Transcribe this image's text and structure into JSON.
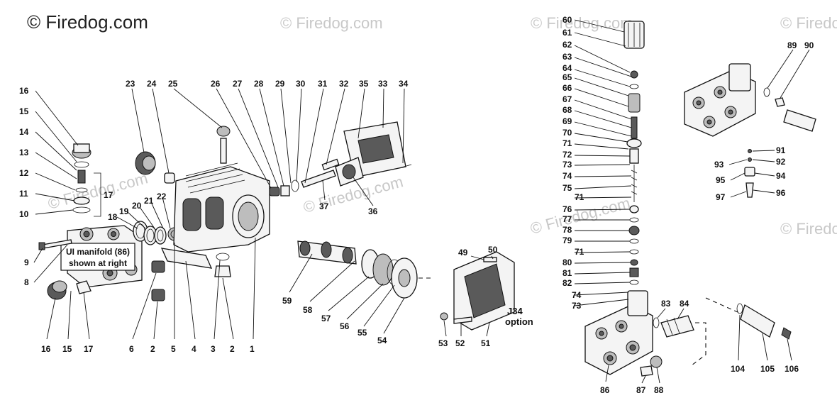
{
  "watermarks": [
    "© Firedog.com",
    "© Firedog.com",
    "© Firedog.com",
    "© Firedog.com",
    "© Firedog.com",
    "© Firedog.com",
    "© Firedog.com",
    "© Firedog.com"
  ],
  "callout": {
    "line1": "UI manifold (86)",
    "line2": "shown at right"
  },
  "option": {
    "line1": "J34",
    "line2": "option"
  },
  "labels": {
    "p1": "1",
    "p2a": "2",
    "p2b": "2",
    "p3": "3",
    "p4": "4",
    "p5": "5",
    "p6": "6",
    "p8": "8",
    "p9": "9",
    "p10": "10",
    "p11": "11",
    "p12": "12",
    "p13": "13",
    "p14": "14",
    "p15a": "15",
    "p15b": "15",
    "p16a": "16",
    "p16b": "16",
    "p17a": "17",
    "p17b": "17",
    "p18": "18",
    "p19": "19",
    "p20": "20",
    "p21": "21",
    "p22": "22",
    "p23": "23",
    "p24": "24",
    "p25": "25",
    "p26": "26",
    "p27": "27",
    "p28": "28",
    "p29": "29",
    "p30": "30",
    "p31": "31",
    "p32": "32",
    "p33": "33",
    "p34": "34",
    "p35": "35",
    "p36": "36",
    "p37": "37",
    "p49": "49",
    "p50": "50",
    "p51": "51",
    "p52": "52",
    "p53": "53",
    "p54": "54",
    "p55": "55",
    "p56": "56",
    "p57": "57",
    "p58": "58",
    "p59": "59",
    "p60": "60",
    "p61": "61",
    "p62": "62",
    "p63": "63",
    "p64": "64",
    "p65": "65",
    "p66": "66",
    "p67": "67",
    "p68": "68",
    "p69": "69",
    "p70": "70",
    "p71a": "71",
    "p71b": "71",
    "p71c": "71",
    "p72": "72",
    "p73a": "73",
    "p73b": "73",
    "p74a": "74",
    "p74b": "74",
    "p75": "75",
    "p76": "76",
    "p77": "77",
    "p78": "78",
    "p79": "79",
    "p80": "80",
    "p81": "81",
    "p82": "82",
    "p83": "83",
    "p84": "84",
    "p86": "86",
    "p87": "87",
    "p88": "88",
    "p89": "89",
    "p90": "90",
    "p91": "91",
    "p92": "92",
    "p93": "93",
    "p94": "94",
    "p95": "95",
    "p96": "96",
    "p97": "97",
    "p104": "104",
    "p105": "105",
    "p106": "106"
  }
}
